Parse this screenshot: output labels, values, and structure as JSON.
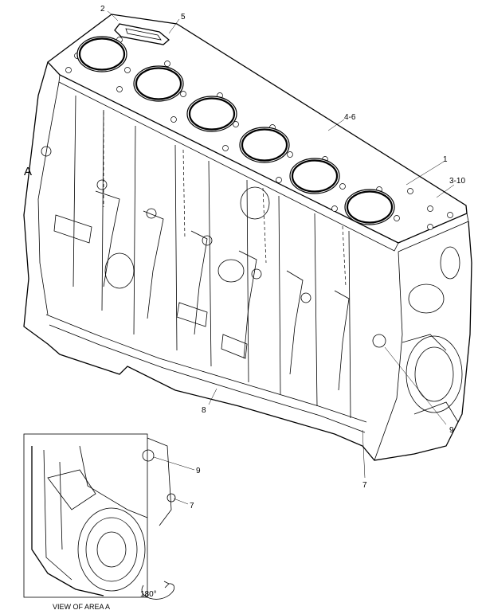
{
  "figure": {
    "view_label": "A",
    "callouts": [
      {
        "id": "c2",
        "text": "2"
      },
      {
        "id": "c5",
        "text": "5"
      },
      {
        "id": "c4-6",
        "text": "4-6"
      },
      {
        "id": "c1",
        "text": "1"
      },
      {
        "id": "c3-10",
        "text": "3-10"
      },
      {
        "id": "c9",
        "text": "9"
      },
      {
        "id": "c8",
        "text": "8"
      },
      {
        "id": "c7",
        "text": "7"
      }
    ],
    "inset": {
      "callout_9": "9",
      "callout_7": "7",
      "caption": "VIEW OF AREA A",
      "rotation": "180°"
    }
  }
}
